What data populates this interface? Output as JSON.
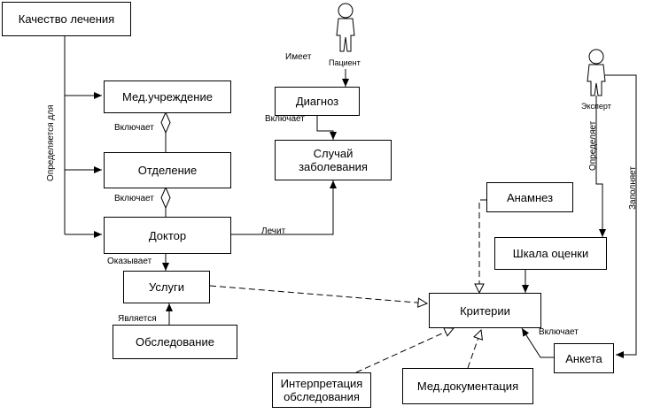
{
  "nodes": {
    "kachestvo": "Качество лечения",
    "meduchr": "Мед.учреждение",
    "otdelenie": "Отделение",
    "doktor": "Доктор",
    "uslugi": "Услуги",
    "obsledovanie": "Обследование",
    "diagnoz": "Диагноз",
    "sluchai": "Случай\nзаболевания",
    "anamnez": "Анамнез",
    "shkala": "Шкала оценки",
    "kriterii": "Критерии",
    "anketa": "Анкета",
    "interpretaciya": "Интерпретация\nобследования",
    "meddok": "Мед.документация"
  },
  "actors": {
    "pacient": "Пациент",
    "ekspert": "Эксперт"
  },
  "edge_labels": {
    "opredelyaetsya_dlya": "Определяется для",
    "vklyuchaet_1": "Включает",
    "vklyuchaet_2": "Включает",
    "okazyvaet": "Оказывает",
    "yavlyaetsya": "Является",
    "lechit": "Лечит",
    "imeet": "Имеет",
    "vklyuchaet_diag": "Включает",
    "opredelyaet": "Определяет",
    "zapolnyaet": "Заполняет",
    "vklyuchaet_kr": "Включает"
  }
}
